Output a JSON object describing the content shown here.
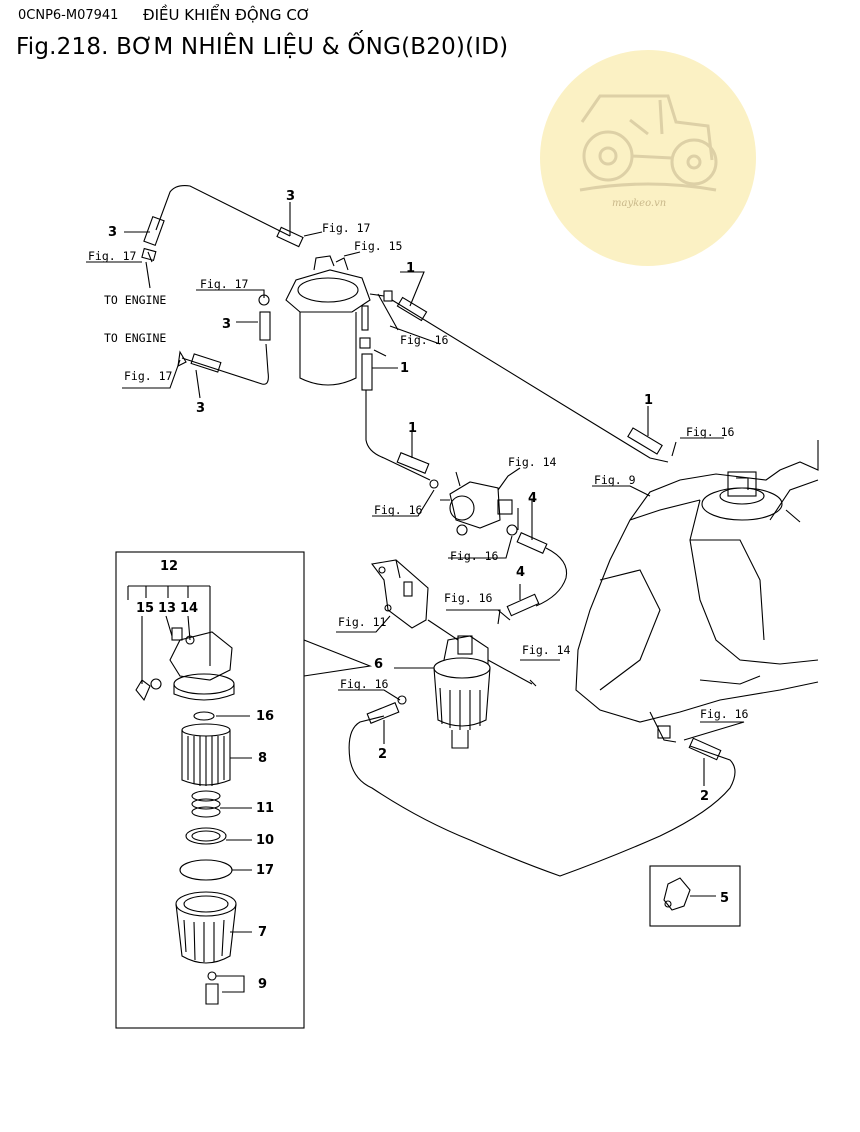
{
  "header": {
    "code": "0CNP6-M07941",
    "section": "ĐIỀU KHIỂN ĐỘNG CƠ",
    "title": "Fig.218.  BƠM NHIÊN LIỆU & ỐNG(B20)(ID)"
  },
  "watermark": {
    "text": "maykeo.vn",
    "color": "#fbf1c4"
  },
  "labels": {
    "to_engine": "TO ENGINE",
    "fig9": "Fig. 9",
    "fig11": "Fig. 11",
    "fig14": "Fig. 14",
    "fig15": "Fig. 15",
    "fig16": "Fig. 16",
    "fig17": "Fig. 17"
  },
  "callouts": {
    "p1": "1",
    "p2": "2",
    "p3": "3",
    "p4": "4",
    "p5": "5",
    "p6": "6",
    "p7": "7",
    "p8": "8",
    "p9": "9",
    "p10": "10",
    "p11": "11",
    "p12": "12",
    "p13": "13",
    "p14": "14",
    "p15": "15",
    "p16": "16",
    "p17": "17"
  }
}
